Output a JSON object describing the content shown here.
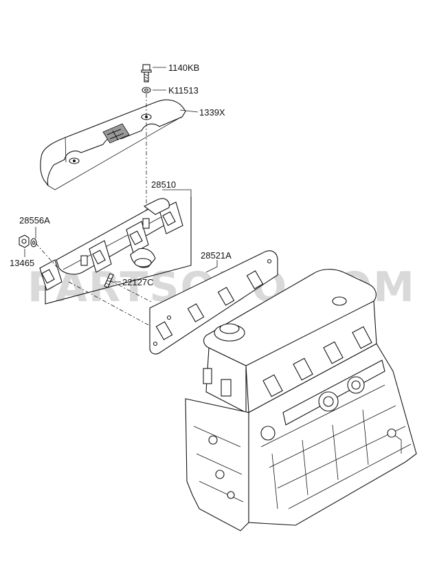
{
  "watermark": "PARTSOUQ.COM",
  "parts": {
    "bolt": "1140KB",
    "washer": "K11513",
    "heat_protector": "1339X",
    "exhaust_manifold": "28510",
    "manifold_gasket": "28521A",
    "washer_stud": "28556A",
    "nut": "13465",
    "stud": "22127C"
  }
}
